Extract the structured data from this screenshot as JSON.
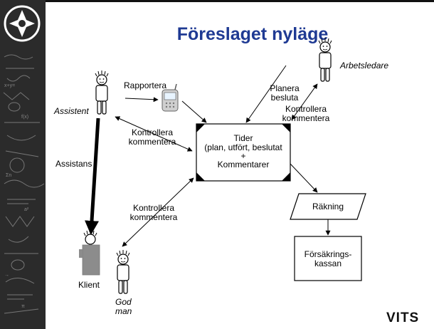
{
  "slide": {
    "title": "Föreslaget nyläge",
    "logo_text": "VITS",
    "accent_color": "#1f3a93"
  },
  "actors": {
    "assistent": "Assistent",
    "arbetsledare": "Arbetsledare",
    "klient": "Klient",
    "god_man_line1": "God",
    "god_man_line2": "man"
  },
  "center_box": {
    "line1": "Tider",
    "line2": "(plan, utfört, beslutat",
    "line3": "+",
    "line4": "Kommentarer"
  },
  "nodes": {
    "rakning": "Räkning",
    "forsakringskassan_line1": "Försäkrings-",
    "forsakringskassan_line2": "kassan"
  },
  "labels": {
    "rapportera": "Rapportera",
    "planera": "Planera",
    "besluta": "besluta",
    "kontrollera_right_1": "Kontrollera",
    "kommentera_right_1": "kommentera",
    "kontrollera_left_1": "Kontrollera",
    "kommentera_left_1": "kommentera",
    "assistans": "Assistans",
    "kontrollera_bottom": "Kontrollera",
    "kommentera_bottom": "kommentera"
  },
  "icons": [
    "logo-emblem-icon",
    "phone-icon",
    "person-icon"
  ]
}
